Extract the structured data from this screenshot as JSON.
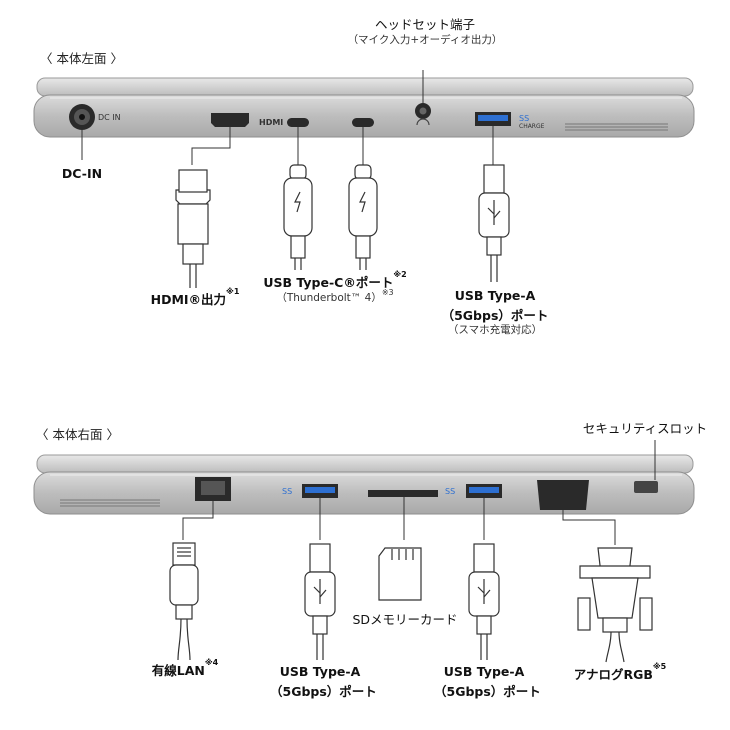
{
  "left_side": {
    "title": "本体左面",
    "headset_label": "ヘッドセット端子",
    "headset_sub": "（マイク入力+オーディオ出力）",
    "dc_in_label": "DC-IN",
    "hdmi_label": "HDMI®出力",
    "hdmi_note": "※1",
    "usbc_label": "USB Type-C®ポート",
    "usbc_note": "※2",
    "usbc_sub": "（Thunderbolt™ 4）",
    "usbc_sub_note": "※3",
    "usba_label": "USB Type-A",
    "usba_sub1": "（5Gbps）ポート",
    "usba_sub2": "（スマホ充電対応）"
  },
  "right_side": {
    "title": "本体右面",
    "security_label": "セキュリティスロット",
    "lan_label": "有線LAN",
    "lan_note": "※4",
    "usba1_label": "USB Type-A",
    "usba1_sub": "（5Gbps）ポート",
    "sd_label": "SDメモリーカード",
    "usba2_label": "USB Type-A",
    "usba2_sub": "（5Gbps）ポート",
    "rgb_label": "アナログRGB",
    "rgb_note": "※5"
  },
  "port_marks": {
    "dc_in": "DC IN",
    "hdmi": "HDMI",
    "ss": "SS",
    "charge": "CHARGE"
  }
}
